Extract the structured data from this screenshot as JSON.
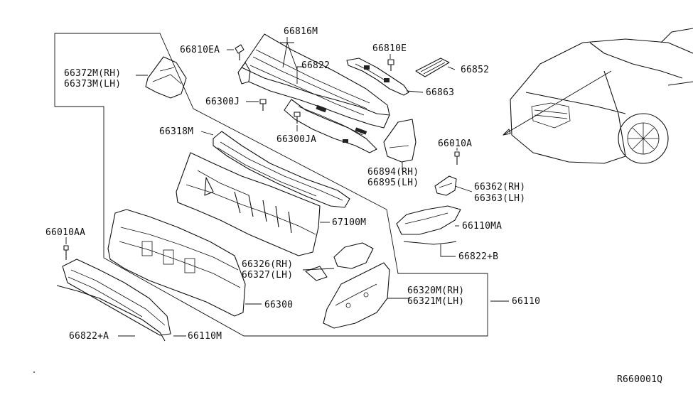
{
  "labels": {
    "p66816M": "66816M",
    "p66810EA": "66810EA",
    "p66822": "66822",
    "p66810E": "66810E",
    "p66852": "66852",
    "p66863": "66863",
    "p66372M": "66372M(RH)",
    "p66373M": "66373M(LH)",
    "p66300J": "66300J",
    "p66300JA": "66300JA",
    "p66318M": "66318M",
    "p66894": "66894(RH)",
    "p66895": "66895(LH)",
    "p66010A": "66010A",
    "p66362": "66362(RH)",
    "p66363": "66363(LH)",
    "p67100M": "67100M",
    "p66110MA": "66110MA",
    "p66010AA": "66010AA",
    "p66822B": "66822+B",
    "p66326": "66326(RH)",
    "p66327": "66327(LH)",
    "p66320M": "66320M(RH)",
    "p66321M": "66321M(LH)",
    "p66110": "66110",
    "p66300": "66300",
    "p66822A": "66822+A",
    "p66110M": "66110M"
  },
  "diagram_code": "R660001Q"
}
